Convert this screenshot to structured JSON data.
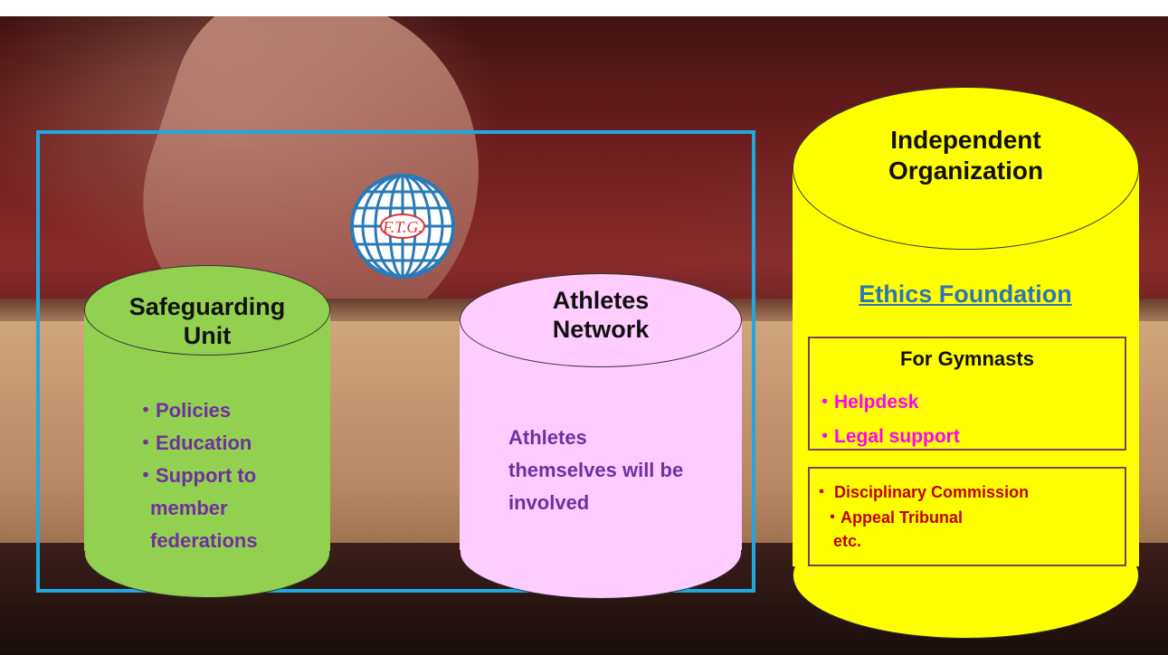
{
  "logo": {
    "text": "F.T.G."
  },
  "safeguarding": {
    "title_line1": "Safeguarding",
    "title_line2": "Unit",
    "items": [
      "・Policies",
      "・Education",
      "・Support to",
      "member",
      "federations"
    ],
    "color": "#92d050"
  },
  "athletes": {
    "title_line1": "Athletes",
    "title_line2": "Network",
    "body_line1": "Athletes",
    "body_line2": "themselves will be",
    "body_line3": "involved",
    "color": "#ffccff"
  },
  "independent": {
    "title_line1": "Independent",
    "title_line2": "Organization",
    "ethics_label": "Ethics Foundation",
    "color": "#ffff00",
    "gymnasts_box": {
      "heading": "For Gymnasts",
      "items": [
        "・Helpdesk",
        "・Legal support"
      ]
    },
    "discipline_box": {
      "items": [
        "・ Disciplinary  Commission",
        "・Appeal Tribunal",
        "etc."
      ]
    }
  },
  "colors": {
    "frame": "#21a6e0",
    "bullet_text": "#7030a0",
    "helpdesk_text": "#ff00ff",
    "discipline_text": "#c00000",
    "ethics_link": "#2e75b6"
  }
}
